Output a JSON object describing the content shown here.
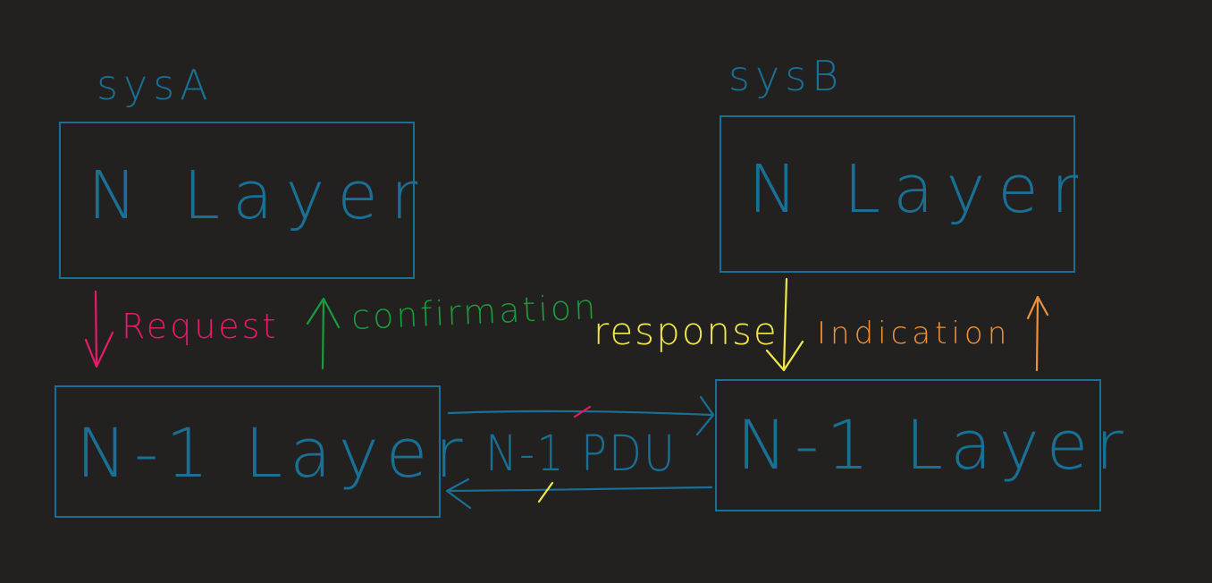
{
  "sys_a": {
    "label": "sysA",
    "top_box": "N Layer",
    "bottom_box": "N-1 Layer"
  },
  "sys_b": {
    "label": "sysB",
    "top_box": "N Layer",
    "bottom_box": "N-1 Layer"
  },
  "primitives": {
    "request": "Request",
    "confirmation": "confirmation",
    "response": "response",
    "indication": "Indication"
  },
  "pdu_label": "N-1 PDU",
  "colors": {
    "background": "#222120",
    "layer": "#1a6f95",
    "request": "#e8196b",
    "confirmation": "#1b9a3e",
    "response": "#f2e74a",
    "indication": "#f0913a"
  }
}
